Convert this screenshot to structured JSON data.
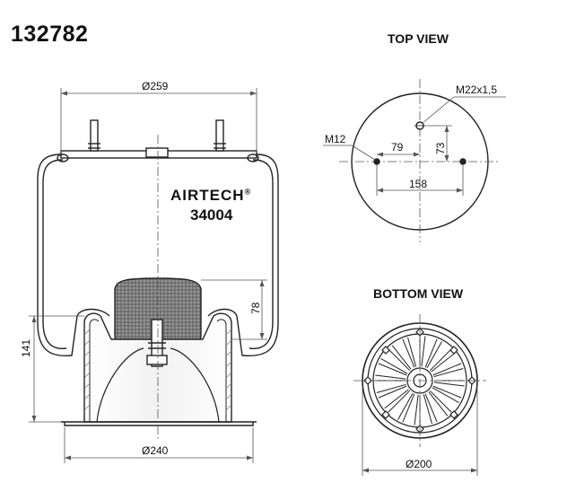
{
  "part_number": "132782",
  "views": {
    "top_title": "TOP VIEW",
    "bottom_title": "BOTTOM VIEW"
  },
  "product": {
    "brand": "AIRTECH",
    "brand_mark": "®",
    "model": "34004"
  },
  "dimensions": {
    "top_diameter": "Ø259",
    "bottom_diameter": "Ø240",
    "piston_height": "78",
    "piston_base_height": "141",
    "bottom_view_diameter": "Ø200",
    "thread_center": "M22x1,5",
    "thread_side": "M12",
    "offset_x": "79",
    "offset_y": "73",
    "stud_spacing": "158"
  },
  "colors": {
    "line": "#222222",
    "dim_line": "#555555",
    "hatch": "#8a8a8a"
  }
}
